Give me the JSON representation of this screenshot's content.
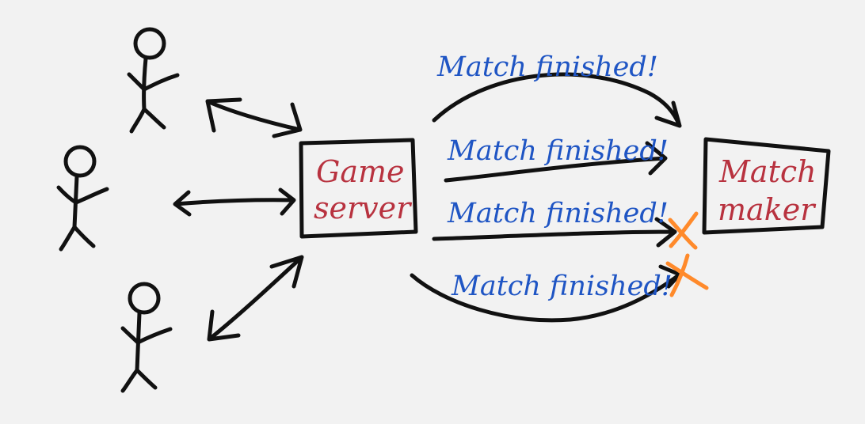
{
  "colors": {
    "background": "#f2f2f2",
    "ink": "#111111",
    "server_text": "#b8323f",
    "message_text": "#1f55c4",
    "failure_mark": "#ff8a2b"
  },
  "nodes": {
    "game_server": {
      "line1": "Game",
      "line2": "server"
    },
    "matchmaker": {
      "line1": "Match",
      "line2": "maker"
    }
  },
  "messages": [
    {
      "label": "Match finished!",
      "status": "delivered"
    },
    {
      "label": "Match finished!",
      "status": "delivered"
    },
    {
      "label": "Match finished!",
      "status": "failed"
    },
    {
      "label": "Match finished!",
      "status": "failed"
    }
  ],
  "players": [
    {
      "icon": "stick-figure-icon"
    },
    {
      "icon": "stick-figure-icon"
    },
    {
      "icon": "stick-figure-icon"
    }
  ]
}
